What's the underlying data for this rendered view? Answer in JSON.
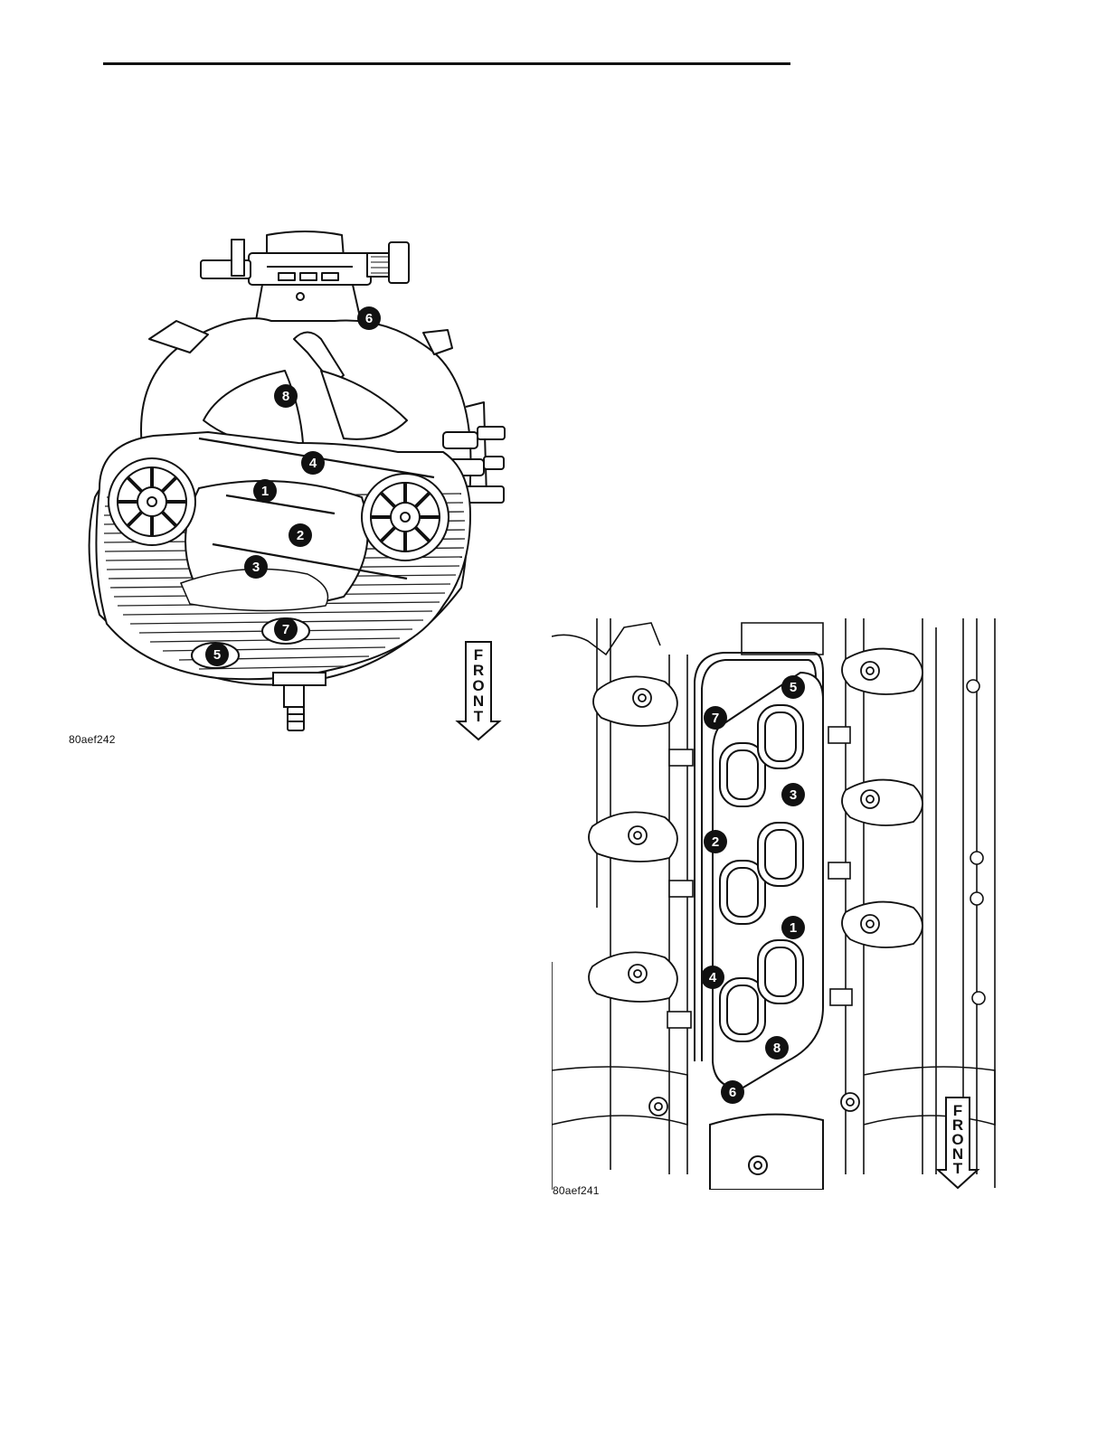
{
  "figures": [
    {
      "id": "upper",
      "code": "80aef242",
      "callouts": [
        "1",
        "2",
        "3",
        "4",
        "5",
        "6",
        "7",
        "8"
      ],
      "direction_label": [
        "F",
        "R",
        "O",
        "N",
        "T"
      ]
    },
    {
      "id": "lower",
      "code": "80aef241",
      "callouts": [
        "1",
        "2",
        "3",
        "4",
        "5",
        "6",
        "7",
        "8"
      ],
      "direction_label": [
        "F",
        "R",
        "O",
        "N",
        "T"
      ]
    }
  ]
}
